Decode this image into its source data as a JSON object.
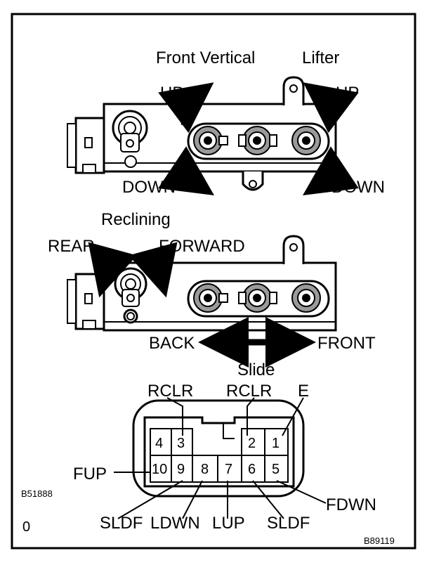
{
  "figure_code_left": "B51888",
  "figure_code_right": "B89119",
  "corner_mark": "0",
  "switch_top": {
    "label_front_vertical": "Front Vertical",
    "label_lifter": "Lifter",
    "front_up": "UP",
    "front_down": "DOWN",
    "lifter_up": "UP",
    "lifter_down": "DOWN"
  },
  "switch_middle": {
    "label_reclining": "Reclining",
    "recline_rear": "REAR",
    "recline_forward": "FORWARD",
    "slide_back": "BACK",
    "slide_front": "FRONT",
    "label_slide": "Slide"
  },
  "connector": {
    "top_row": [
      "4",
      "3",
      "2",
      "1"
    ],
    "bottom_row": [
      "10",
      "9",
      "8",
      "7",
      "6",
      "5"
    ],
    "callouts": {
      "rclr_left": "RCLR",
      "rclr_right": "RCLR",
      "e": "E",
      "fup": "FUP",
      "fdwn": "FDWN",
      "sldf_left": "SLDF",
      "ldwn": "LDWN",
      "lup": "LUP",
      "sldf_right": "SLDF"
    }
  }
}
